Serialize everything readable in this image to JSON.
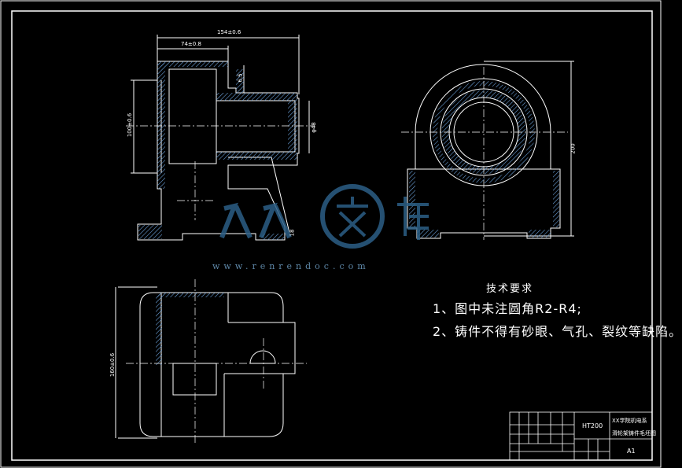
{
  "requirements": {
    "title": "技术要求",
    "items": [
      "1、图中未注圆角R2-R4;",
      "2、铸件不得有砂眼、气孔、裂纹等缺陷。"
    ]
  },
  "watermark": {
    "logo_text": "人人文库",
    "url": "www.renrendoc.com"
  },
  "title_block": {
    "material": "HT200",
    "school": "XX学院机电系",
    "drawing_name": "滑轮架铸件毛坯图",
    "sheet_size": "A1"
  },
  "dimensions": {
    "top_overall": "154±0.6",
    "top_inner": "74±0.8",
    "left_height": "100±0.6",
    "wall_thickness": "6.5",
    "hub_bore": "φ48",
    "side_height": "200",
    "bottom_width": "160±0.6",
    "base_thickness": "18"
  },
  "colors": {
    "background": "#000000",
    "line": "#ffffff",
    "hatch": "#6aa0d8",
    "watermark": "#2c5f86"
  }
}
